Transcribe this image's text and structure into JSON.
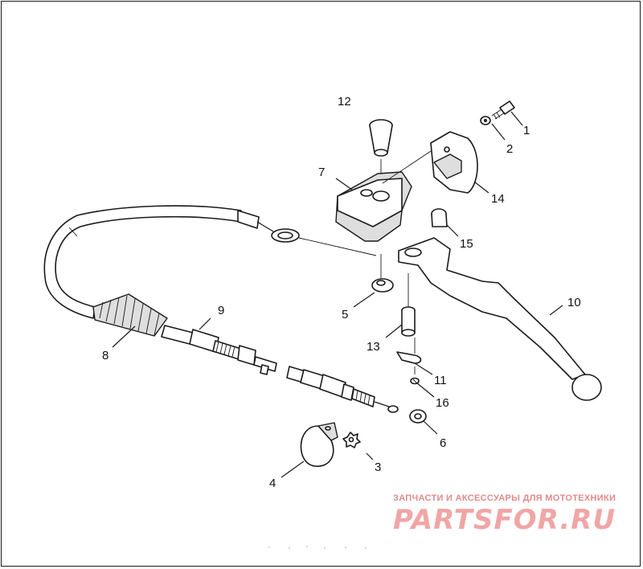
{
  "callouts": [
    {
      "id": "1",
      "label": "1"
    },
    {
      "id": "2",
      "label": "2"
    },
    {
      "id": "3",
      "label": "3"
    },
    {
      "id": "4",
      "label": "4"
    },
    {
      "id": "5",
      "label": "5"
    },
    {
      "id": "6",
      "label": "6"
    },
    {
      "id": "7",
      "label": "7"
    },
    {
      "id": "8",
      "label": "8"
    },
    {
      "id": "9",
      "label": "9"
    },
    {
      "id": "10",
      "label": "10"
    },
    {
      "id": "11",
      "label": "11"
    },
    {
      "id": "12",
      "label": "12"
    },
    {
      "id": "13",
      "label": "13"
    },
    {
      "id": "14",
      "label": "14"
    },
    {
      "id": "15",
      "label": "15"
    },
    {
      "id": "16",
      "label": "16"
    }
  ],
  "watermark": {
    "caption": "ЗАПЧАСТИ И АКСЕССУАРЫ ДЛЯ МОТОТЕХНИКИ",
    "brand": "PARTSFOR.RU",
    "color": "#f0a6a6"
  }
}
